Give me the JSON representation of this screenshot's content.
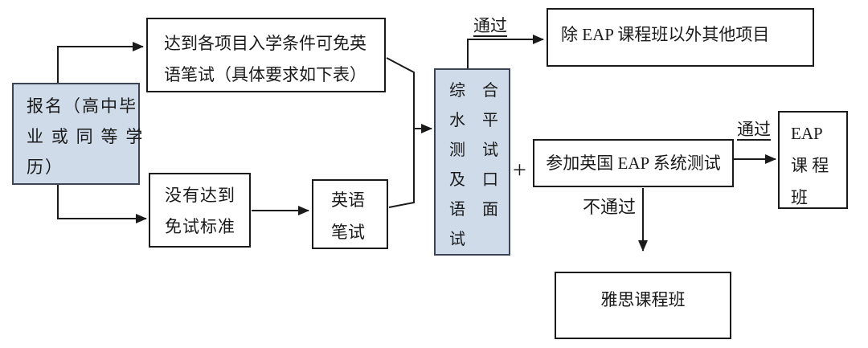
{
  "diagram": {
    "title": "enrollment-english-test-flowchart",
    "colors": {
      "highlight_fill": "#cfdbe9",
      "highlight_border": "#3d4454",
      "box_border": "#1a1a1a",
      "line": "#1a1a1a",
      "background": "#ffffff"
    },
    "nodes": {
      "enroll": {
        "lines": [
          "报名（高中毕",
          "业 或 同 等 学",
          "历）"
        ]
      },
      "exempt": {
        "lines": [
          "达到各项目入学条件可免英",
          "语笔试（具体要求如下表）"
        ]
      },
      "not_met": {
        "lines": [
          "没有达到",
          "免试标准"
        ]
      },
      "written_test": {
        "lines": [
          "英语",
          "笔试"
        ]
      },
      "comprehensive": {
        "rows": [
          "综合",
          "水平",
          "测试",
          "及口",
          "语面",
          "试"
        ]
      },
      "other_programs": {
        "label": "除 EAP 课程班以外其他项目"
      },
      "eap_test": {
        "label": "参加英国 EAP 系统测试"
      },
      "eap_class": {
        "lines": [
          "EAP",
          "课 程",
          "班"
        ]
      },
      "ielts_class": {
        "label": "雅思课程班"
      }
    },
    "edge_labels": {
      "pass_top": "通过",
      "pass_right": "通过",
      "fail": "不通过",
      "plus": "+"
    }
  }
}
